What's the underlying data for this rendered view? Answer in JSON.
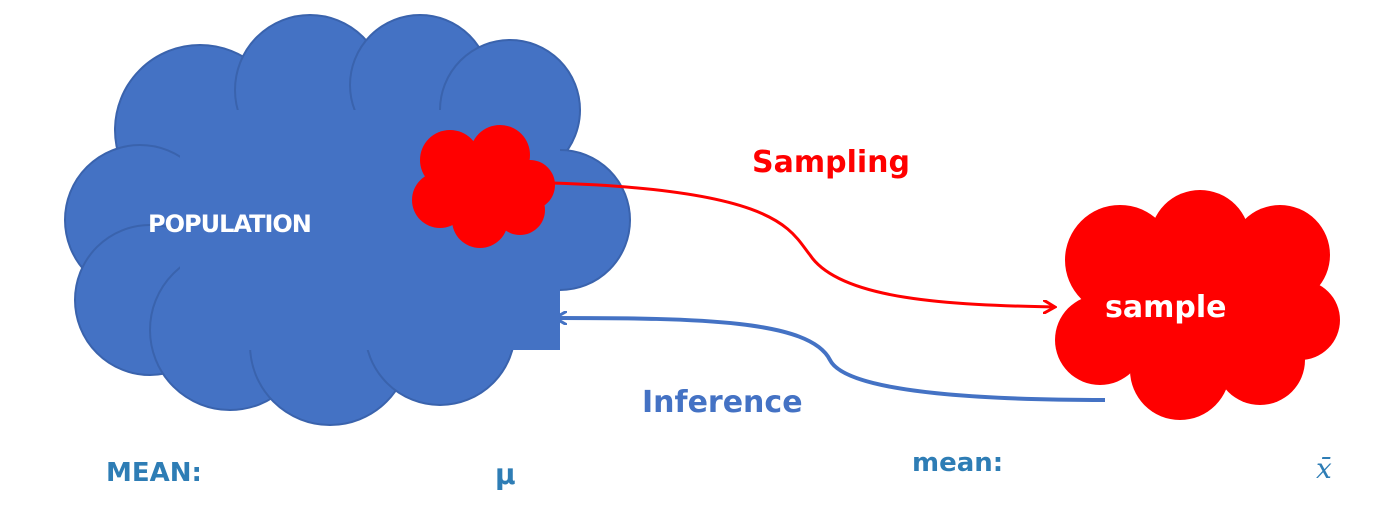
{
  "colors": {
    "population": "#4472C4",
    "sample": "#FF0000",
    "stat_text": "#2E7DB5"
  },
  "population_label": "POPULATION",
  "sample_label": "sample",
  "sampling_label": "Sampling",
  "inference_label": "Inference",
  "population_stat": {
    "label": "MEAN:",
    "symbol": "μ"
  },
  "sample_stat": {
    "label": "mean:",
    "symbol": "x̄"
  }
}
